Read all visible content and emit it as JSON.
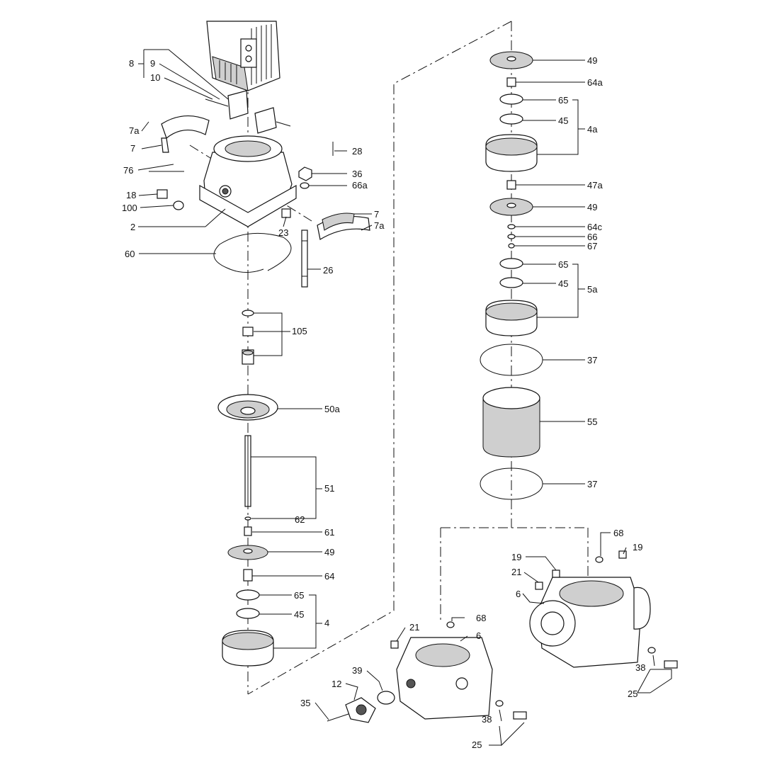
{
  "labels": {
    "l8": "8",
    "l9": "9",
    "l10": "10",
    "l7a_top": "7a",
    "l7_top": "7",
    "l76": "76",
    "l18": "18",
    "l100": "100",
    "l2": "2",
    "l60": "60",
    "l28": "28",
    "l36": "36",
    "l66a": "66a",
    "l23": "23",
    "l7_right": "7",
    "l7a_right": "7a",
    "l26": "26",
    "l105": "105",
    "l50a": "50a",
    "l51": "51",
    "l62": "62",
    "l61": "61",
    "l49_left": "49",
    "l64": "64",
    "l65_left": "65",
    "l45_left": "45",
    "l4": "4",
    "l49_r1": "49",
    "l64a": "64a",
    "l65_r1": "65",
    "l45_r1": "45",
    "l4a": "4a",
    "l47a": "47a",
    "l49_r2": "49",
    "l64c": "64c",
    "l66": "66",
    "l67": "67",
    "l65_r2": "65",
    "l45_r2": "45",
    "l5a": "5a",
    "l37_top": "37",
    "l55": "55",
    "l37_bot": "37",
    "l68_a": "68",
    "l19_a": "19",
    "l19_b": "19",
    "l21_a": "21",
    "l6_a": "6",
    "l38_a": "38",
    "l25_a": "25",
    "l21_b": "21",
    "l68_b": "68",
    "l6_b": "6",
    "l39": "39",
    "l12": "12",
    "l35": "35",
    "l38_b": "38",
    "l25_b": "25"
  }
}
